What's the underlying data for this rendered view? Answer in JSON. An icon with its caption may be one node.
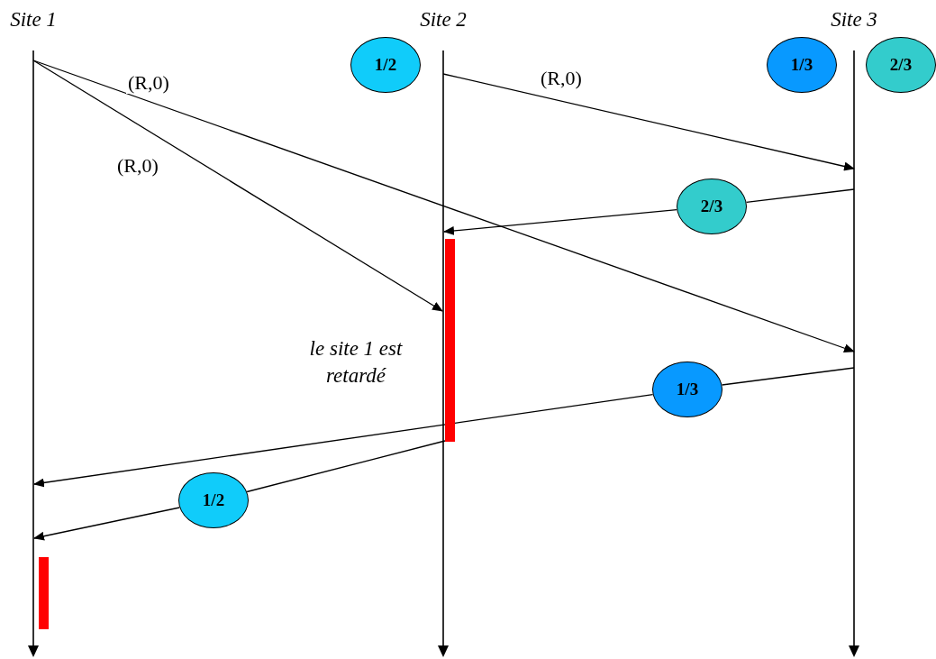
{
  "diagram": {
    "nodes": [
      {
        "text": [
          "Site 1"
        ]
      },
      {
        "text": [
          "Site 2"
        ]
      },
      {
        "text": [
          "Site 3"
        ]
      },
      {
        "text": [
          "1/2"
        ]
      },
      {
        "text": [
          "1/3"
        ]
      },
      {
        "text": [
          "2/3"
        ]
      },
      {
        "text": [
          "2/3"
        ]
      },
      {
        "text": [
          "1/3"
        ]
      },
      {
        "text": [
          "1/2"
        ]
      },
      {
        "text": [],
        "shape": "bar",
        "in": 1
      },
      {
        "text": [],
        "shape": "bar",
        "in": 0
      }
    ],
    "edges": [
      {
        "from": 0,
        "to": 2,
        "arrow": "to",
        "label": "(R,0)"
      },
      {
        "from": 0,
        "to": 1,
        "arrow": "to",
        "label": "(R,0)"
      },
      {
        "from": 1,
        "to": 2,
        "arrow": "to",
        "label": "(R,0)"
      },
      {
        "from": 2,
        "to": 6,
        "arrow": "none"
      },
      {
        "from": 6,
        "to": 1,
        "arrow": "to"
      },
      {
        "from": 2,
        "to": 7,
        "arrow": "none"
      },
      {
        "from": 7,
        "to": 0,
        "arrow": "to"
      },
      {
        "from": 9,
        "to": 8,
        "arrow": "none"
      },
      {
        "from": 8,
        "to": 0,
        "arrow": "to"
      }
    ],
    "labels": [
      "le site 1 est retardé"
    ]
  }
}
